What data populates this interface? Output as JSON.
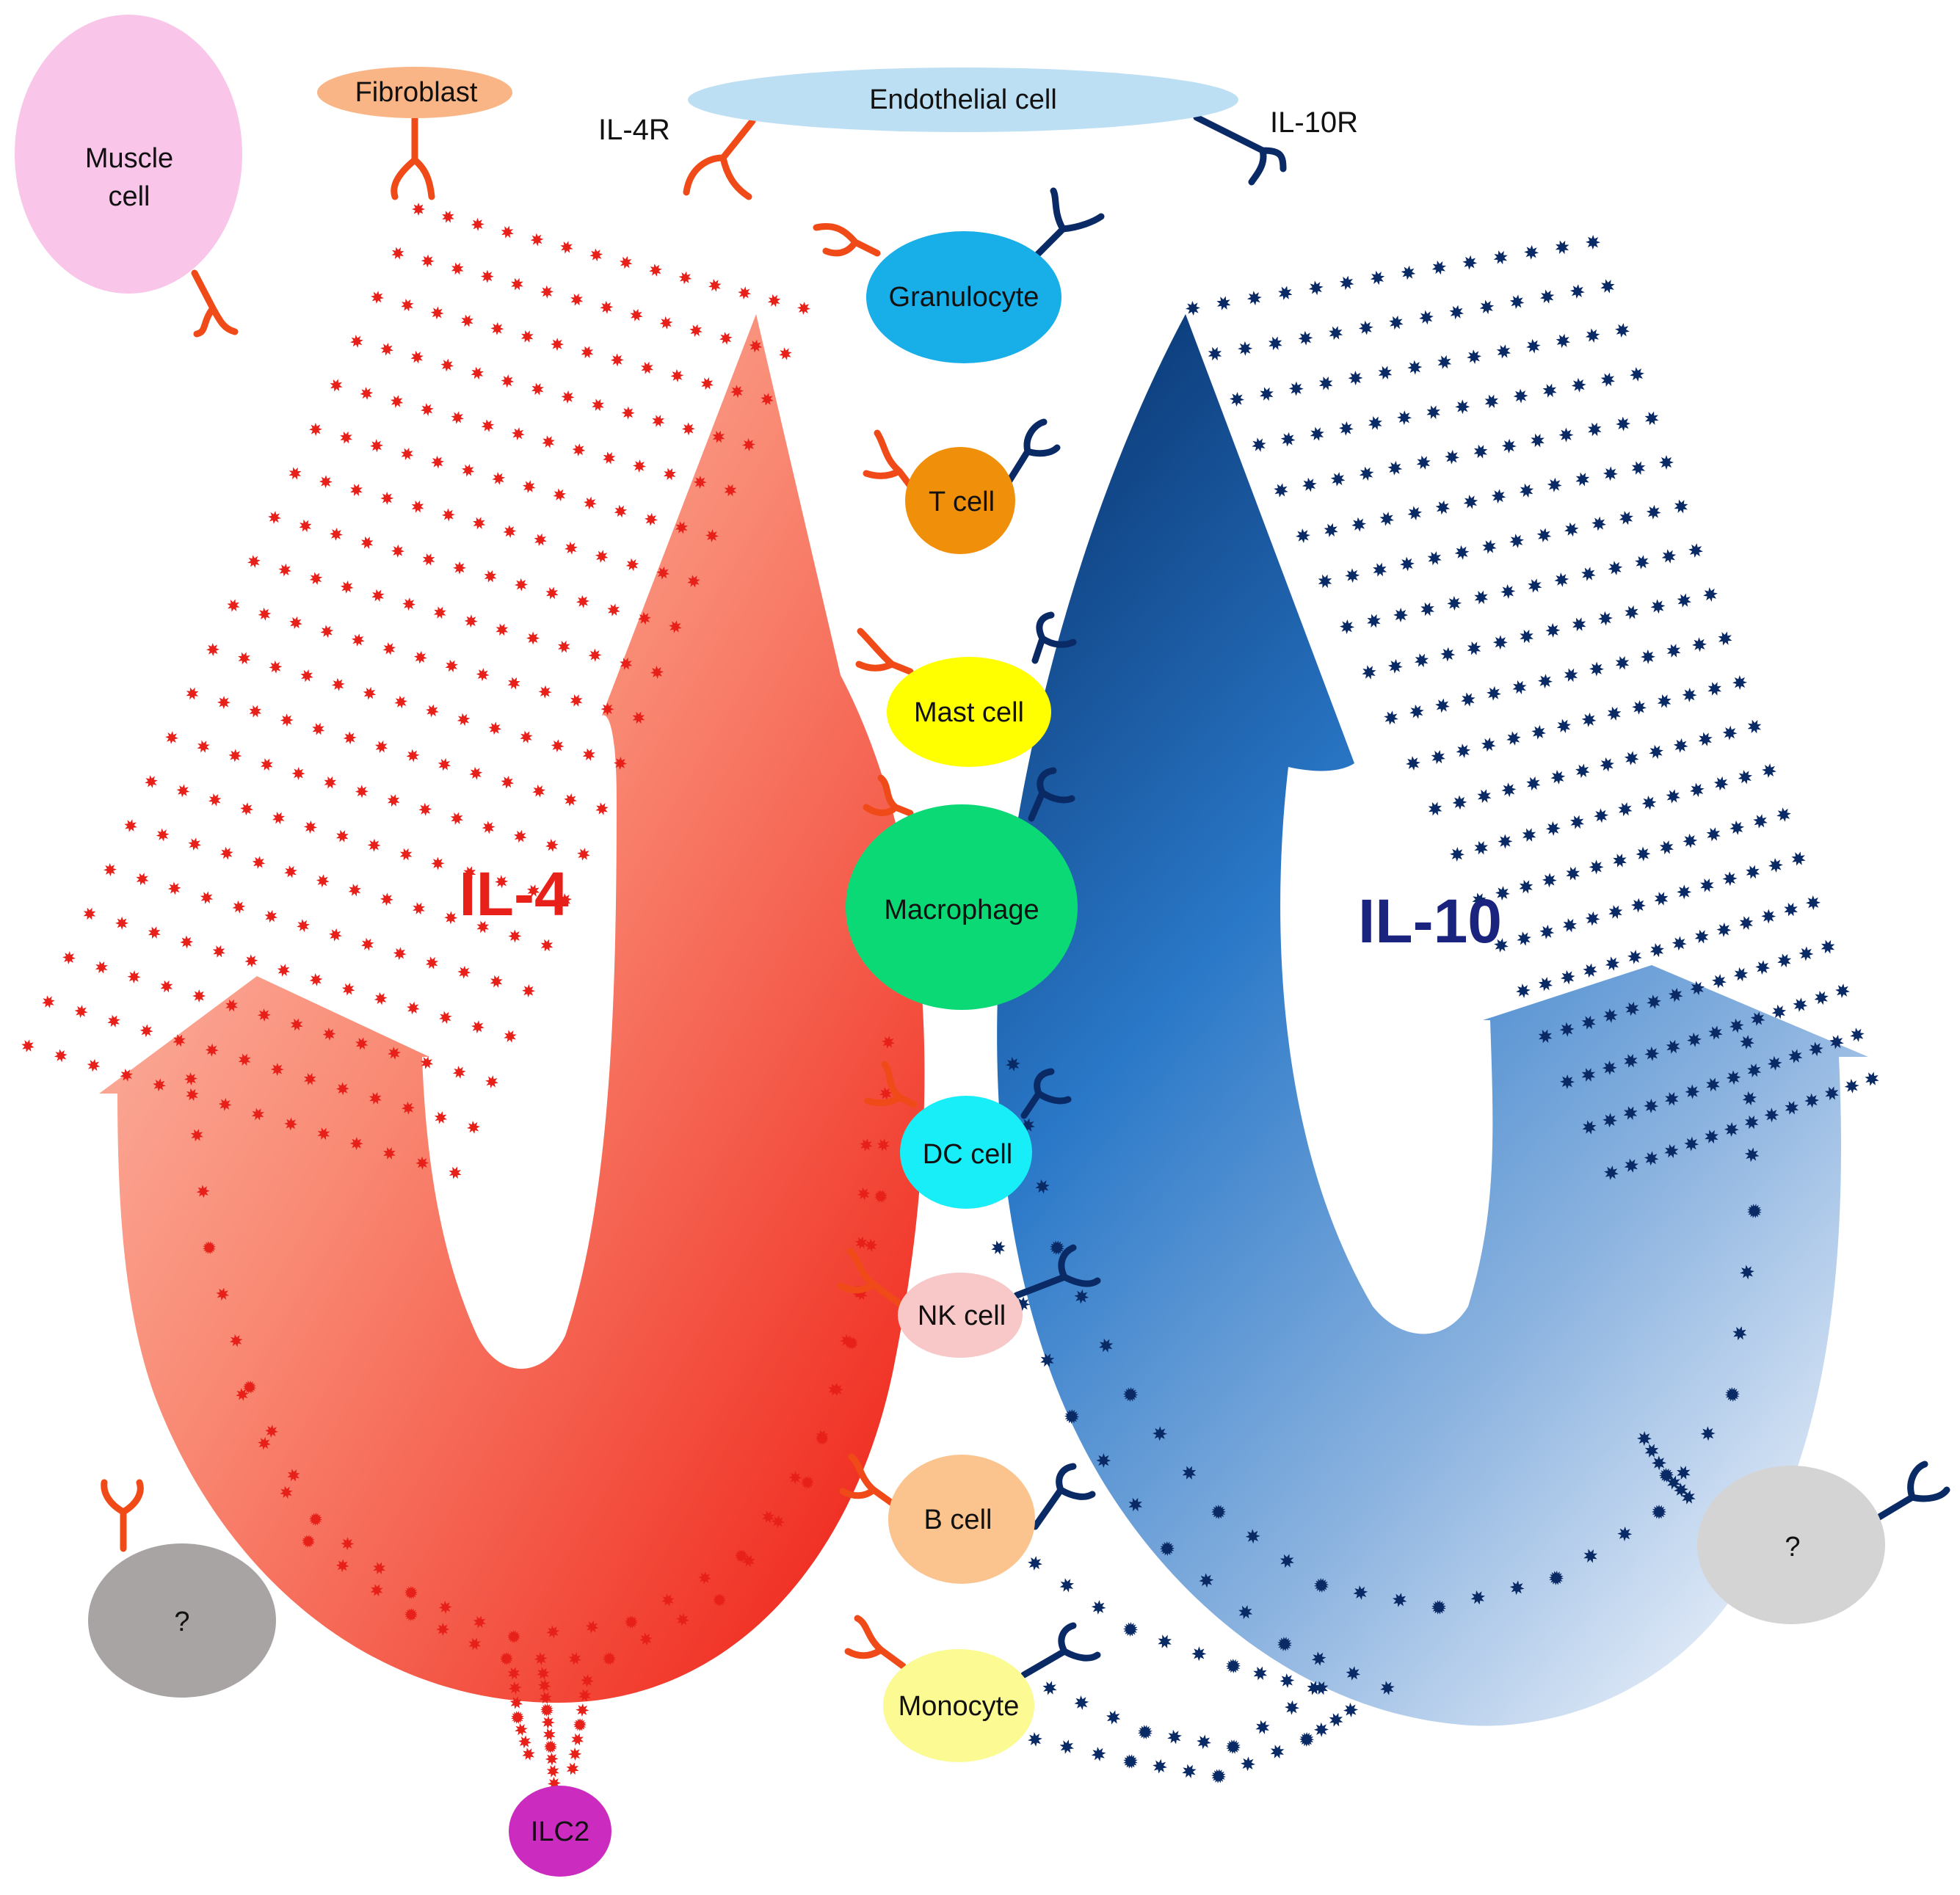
{
  "colors": {
    "il4": "#e8201a",
    "il4_receptor": "#f04a18",
    "il10": "#0a2a66",
    "il10_label": "#1a237e"
  },
  "labels": {
    "il4": "IL-4",
    "il10": "IL-10",
    "il4r": "IL-4R",
    "il10r": "IL-10R"
  },
  "cells": {
    "muscle_line1": "Muscle",
    "muscle_line2": "cell",
    "fibroblast": "Fibroblast",
    "endothelial": "Endothelial cell",
    "granulocyte": "Granulocyte",
    "t_cell": "T cell",
    "mast_cell": "Mast cell",
    "macrophage": "Macrophage",
    "dc_cell": "DC cell",
    "nk_cell": "NK cell",
    "b_cell": "B cell",
    "monocyte": "Monocyte",
    "unknown_left": "?",
    "unknown_right": "?",
    "ilc2": "ILC2"
  }
}
